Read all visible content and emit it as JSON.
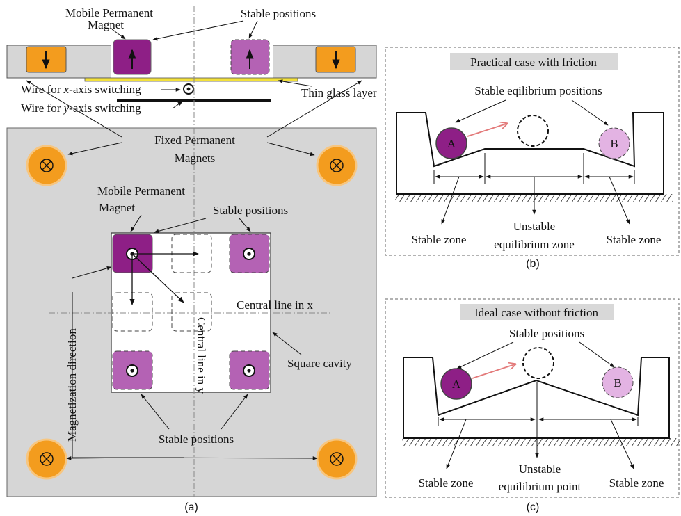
{
  "colors": {
    "plate": "#d6d6d6",
    "fixed_magnet": "#f39c1e",
    "mobile_magnet": "#8e1f86",
    "mobile_magnet_light": "#b462b4",
    "ball_light": "#e3b3e3",
    "glass": "#f3e13a",
    "arrow_red": "#e37a7a",
    "title_box": "#d8d8d8"
  },
  "icons": [
    "circle-dot-icon",
    "circle-cross-icon",
    "arrow-up-icon",
    "arrow-down-icon"
  ],
  "panel_a": {
    "mobile_magnet_top_line1": "Mobile Permanent",
    "mobile_magnet_top_line2": "Magnet",
    "stable_positions_top": "Stable positions",
    "wire_x_pre": "Wire for ",
    "wire_x_var": "x",
    "wire_x_post": "-axis switching",
    "wire_y_pre": "Wire for ",
    "wire_y_var": "y",
    "wire_y_post": "-axis switching",
    "thin_glass": "Thin glass layer",
    "fixed_magnets_line1": "Fixed Permanent",
    "fixed_magnets_line2": "Magnets",
    "mobile_magnet_line1": "Mobile Permanent",
    "mobile_magnet_line2": "Magnet",
    "stable_positions_mid": "Stable positions",
    "central_line_x": "Central line in x",
    "central_line_y": "Central line in y",
    "magnetization_direction": "Magnetization direction",
    "square_cavity": "Square cavity",
    "stable_positions_bottom": "Stable positions",
    "caption": "(a)"
  },
  "panel_b": {
    "title": "Practical case with friction",
    "stable_eq_positions": "Stable eqilibrium positions",
    "ball_a": "A",
    "ball_b": "B",
    "stable_zone_left": "Stable zone",
    "unstable_line1": "Unstable",
    "unstable_line2": "equilibrium zone",
    "stable_zone_right": "Stable zone",
    "caption": "(b)"
  },
  "panel_c": {
    "title": "Ideal case without friction",
    "stable_positions": "Stable positions",
    "ball_a": "A",
    "ball_b": "B",
    "stable_zone_left": "Stable zone",
    "unstable_line1": "Unstable",
    "unstable_line2": "equilibrium point",
    "stable_zone_right": "Stable zone",
    "caption": "(c)"
  }
}
